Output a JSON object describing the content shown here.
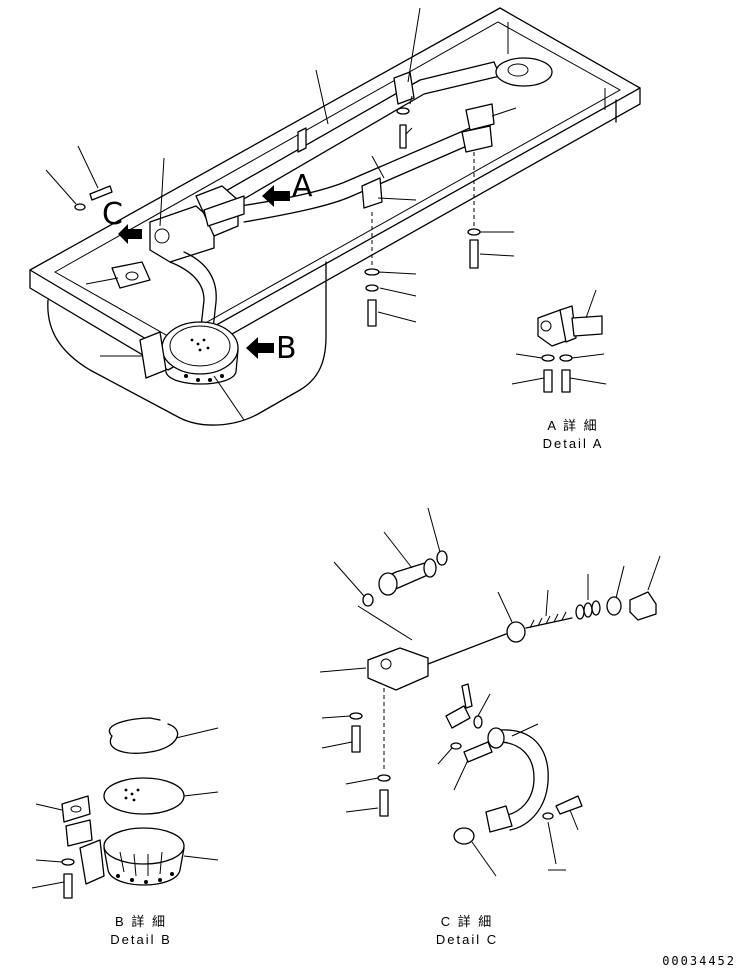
{
  "view_letters": {
    "a": "A",
    "b": "B",
    "c": "C"
  },
  "captions": {
    "detail_a_jp": "A 詳 細",
    "detail_a_en": "Detail A",
    "detail_b_jp": "B 詳 細",
    "detail_b_en": "Detail B",
    "detail_c_jp": "C 詳 細",
    "detail_c_en": "Detail C"
  },
  "document_number": "00034452"
}
